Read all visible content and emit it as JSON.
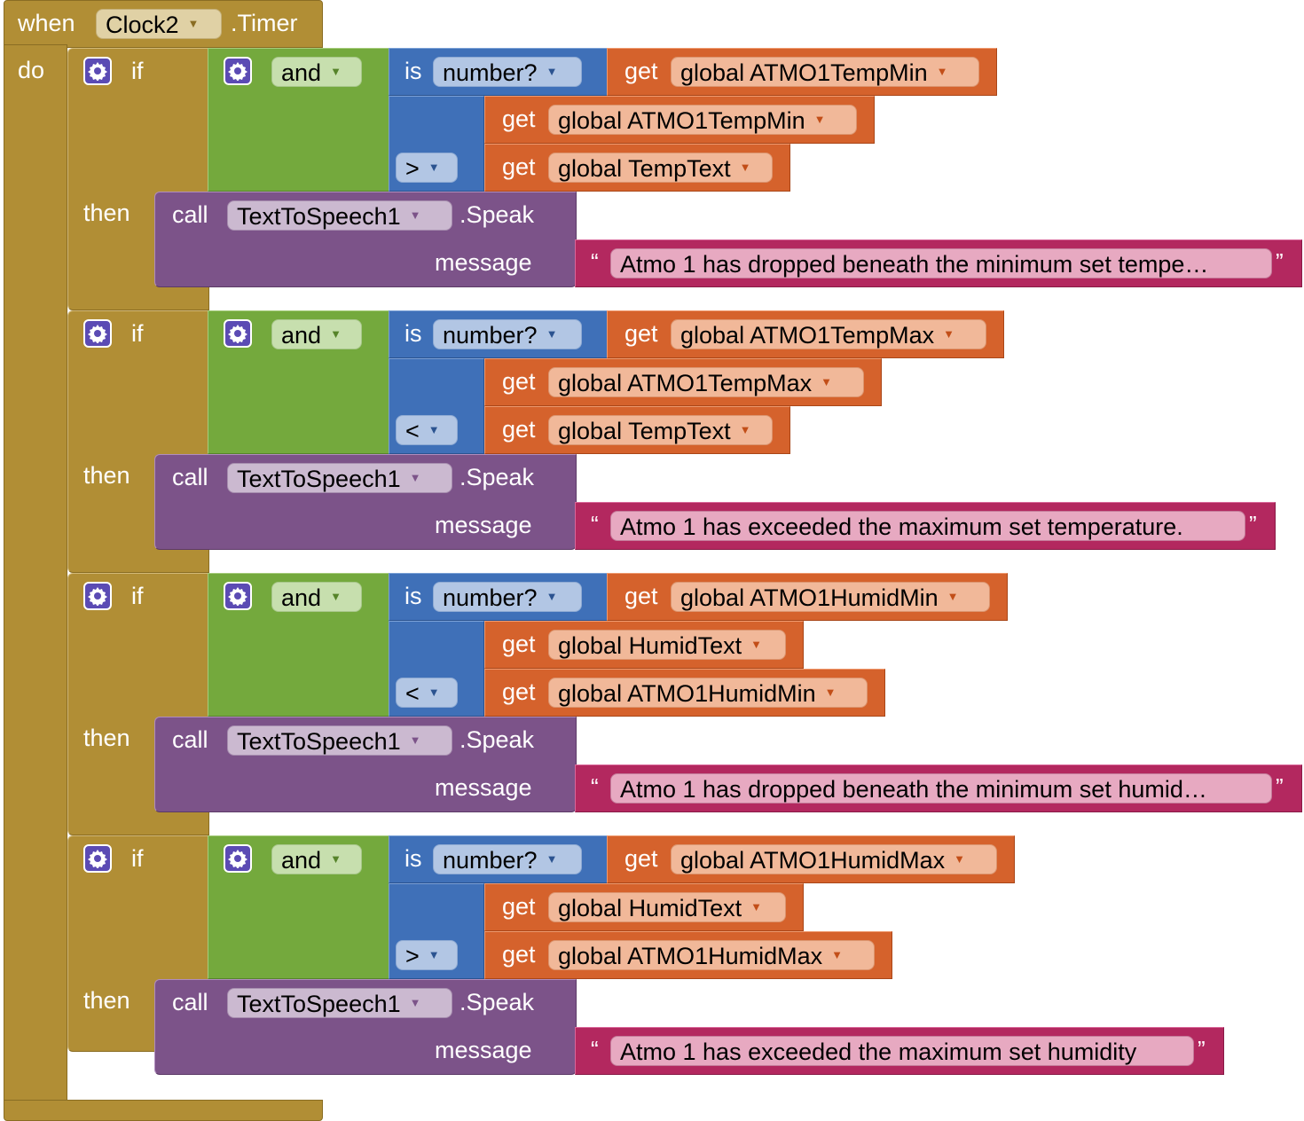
{
  "event": {
    "when_label": "when",
    "component": "Clock2",
    ".event_suffix": ".Timer",
    "event_suffix": ".Timer",
    "do_label": "do"
  },
  "blocks": [
    {
      "if_label": "if",
      "and_label": "and",
      "is_label": "is",
      "number_label": "number?",
      "then_label": "then",
      "get1": "global ATMO1TempMin",
      "get2": "global ATMO1TempMin",
      "get3": "global TempText",
      "op": ">",
      "call_label": "call",
      "component": "TextToSpeech1",
      "method": ".Speak",
      "message_label": "message",
      "message": "Atmo 1 has dropped beneath the minimum set tempe…"
    },
    {
      "if_label": "if",
      "and_label": "and",
      "is_label": "is",
      "number_label": "number?",
      "then_label": "then",
      "get1": "global ATMO1TempMax",
      "get2": "global ATMO1TempMax",
      "get3": "global TempText",
      "op": "<",
      "call_label": "call",
      "component": "TextToSpeech1",
      "method": ".Speak",
      "message_label": "message",
      "message": "Atmo 1 has exceeded the maximum set temperature."
    },
    {
      "if_label": "if",
      "and_label": "and",
      "is_label": "is",
      "number_label": "number?",
      "then_label": "then",
      "get1": "global ATMO1HumidMin",
      "get2": "global HumidText",
      "get3": "global ATMO1HumidMin",
      "op": "<",
      "call_label": "call",
      "component": "TextToSpeech1",
      "method": ".Speak",
      "message_label": "message",
      "message": "Atmo 1 has dropped beneath the minimum set humid…"
    },
    {
      "if_label": "if",
      "and_label": "and",
      "is_label": "is",
      "number_label": "number?",
      "then_label": "then",
      "get1": "global ATMO1HumidMax",
      "get2": "global HumidText",
      "get3": "global ATMO1HumidMax",
      "op": ">",
      "call_label": "call",
      "component": "TextToSpeech1",
      "method": ".Speak",
      "message_label": "message",
      "message": "Atmo 1 has exceeded the maximum set humidity"
    }
  ],
  "get_label": "get",
  "quote_open": "“",
  "quote_close": "”",
  "colors": {
    "event": "#b18e35",
    "logic": "#74a93d",
    "math": "#3f70b8",
    "variable": "#d5622c",
    "procedure": "#7c5389",
    "text": "#b3285f"
  },
  "icons": {
    "mutator": "gear-icon",
    "dropdown": "triangle-down-icon"
  }
}
